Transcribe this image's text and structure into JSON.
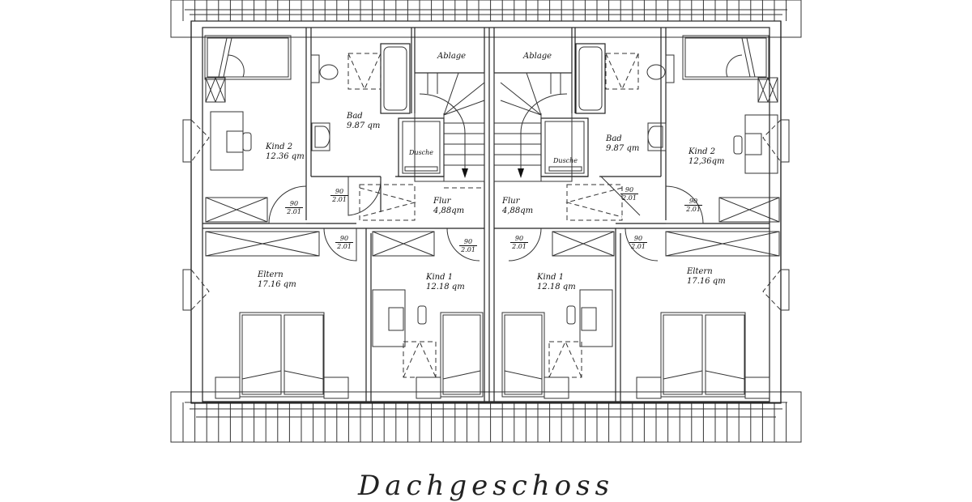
{
  "drawing": {
    "title": "Dachgeschoss",
    "units": {
      "left": {
        "rooms": [
          {
            "name": "Kind 2",
            "area": "12.36 qm"
          },
          {
            "name": "Bad",
            "area": "9.87 qm"
          },
          {
            "name": "Ablage",
            "area": ""
          },
          {
            "name": "Dusche",
            "area": ""
          },
          {
            "name": "Flur",
            "area": "4,88qm"
          },
          {
            "name": "Eltern",
            "area": "17.16 qm"
          },
          {
            "name": "Kind 1",
            "area": "12.18 qm"
          }
        ],
        "doors": [
          {
            "width": "90",
            "height": "2.01"
          },
          {
            "width": "90",
            "height": "2.01"
          },
          {
            "width": "90",
            "height": "2.01"
          },
          {
            "width": "90",
            "height": "2.01"
          }
        ]
      },
      "right": {
        "rooms": [
          {
            "name": "Kind 2",
            "area": "12,36qm"
          },
          {
            "name": "Bad",
            "area": "9.87 qm"
          },
          {
            "name": "Ablage",
            "area": ""
          },
          {
            "name": "Dusche",
            "area": ""
          },
          {
            "name": "Flur",
            "area": "4,88qm"
          },
          {
            "name": "Eltern",
            "area": "17.16 qm"
          },
          {
            "name": "Kind 1",
            "area": "12.18 qm"
          }
        ],
        "doors": [
          {
            "width": "90",
            "height": "2.01"
          },
          {
            "width": "90",
            "height": "2.01"
          },
          {
            "width": "90",
            "height": "2.01"
          },
          {
            "width": "90",
            "height": "2.01"
          }
        ]
      }
    },
    "icons": [
      "bed-icon",
      "desk-icon",
      "chair-icon",
      "toilet-icon",
      "sink-icon",
      "bathtub-icon",
      "wardrobe-icon",
      "stair-arrow-icon",
      "skylight-icon",
      "roof-tiles"
    ]
  }
}
